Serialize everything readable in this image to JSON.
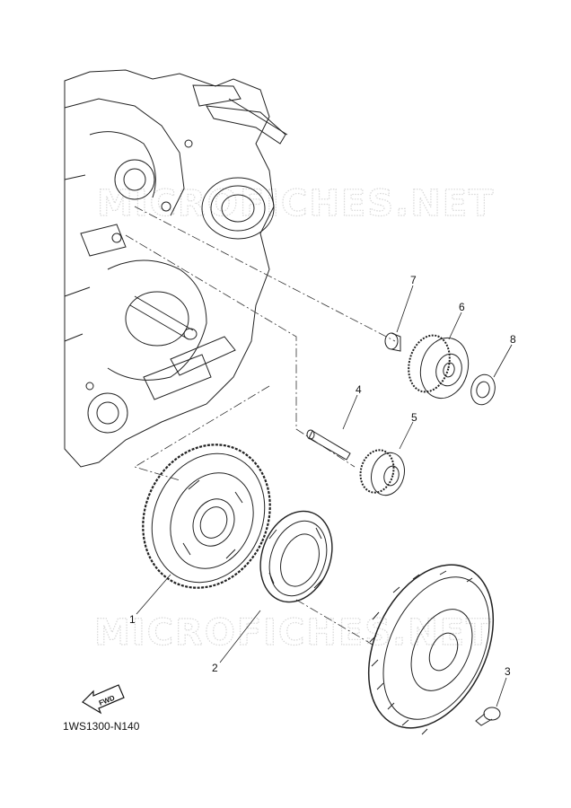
{
  "diagram": {
    "reference_code": "1WS1300-N140",
    "watermark": "MICROFICHES.NET",
    "fwd_label": "FWD",
    "callouts": {
      "p1": "1",
      "p2": "2",
      "p3": "3",
      "p4": "4",
      "p5": "5",
      "p6": "6",
      "p7": "7",
      "p8": "8"
    }
  }
}
